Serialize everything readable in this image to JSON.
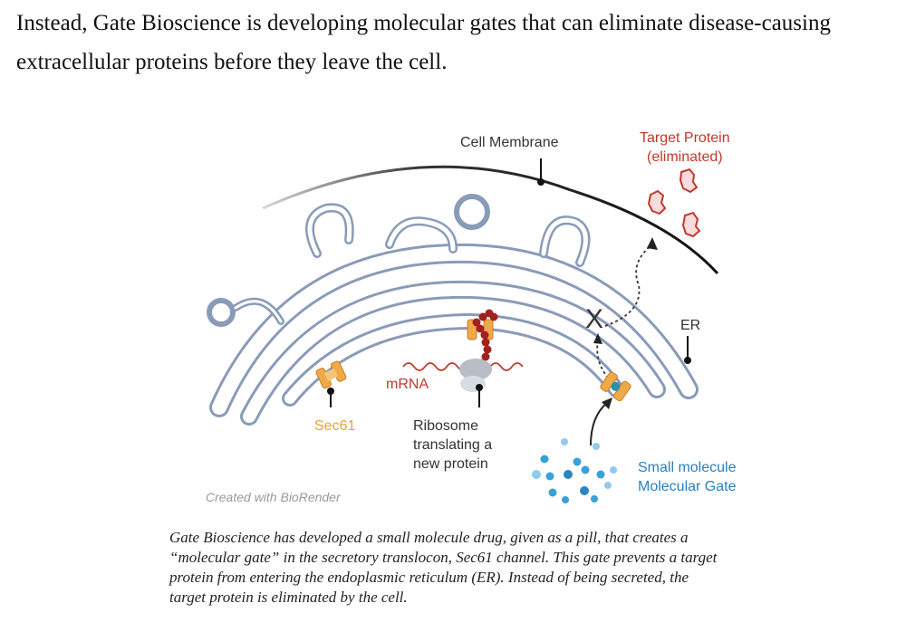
{
  "intro_lines": [
    "Instead, Gate Bioscience is developing molecular gates that can eliminate disease-causing",
    "extracellular proteins before they leave the cell."
  ],
  "figure": {
    "labels": {
      "cell_membrane": "Cell Membrane",
      "target_protein_1": "Target Protein",
      "target_protein_2": "(eliminated)",
      "er": "ER",
      "mrna": "mRNA",
      "sec61": "Sec61",
      "ribosome_1": "Ribosome",
      "ribosome_2": "translating a",
      "ribosome_3": "new protein",
      "small_molecule_1": "Small molecule",
      "small_molecule_2": "Molecular Gate",
      "credit": "Created with BioRender",
      "block_mark": "X"
    },
    "colors": {
      "er_stroke": "#8a9bb8",
      "er_fill": "#dbe4f0",
      "target_red": "#c0392b",
      "sec61_orange": "#f0a948",
      "gate_blue": "#3aa0d8",
      "text_blue": "#2a7fbf"
    }
  },
  "caption_lines": [
    "Gate Bioscience has developed a small molecule drug, given as a pill, that creates a",
    "“molecular gate” in the secretory translocon, Sec61 channel. This gate prevents a target",
    "protein from entering the endoplasmic reticulum (ER). Instead of being secreted, the",
    "target protein is eliminated by the cell."
  ]
}
